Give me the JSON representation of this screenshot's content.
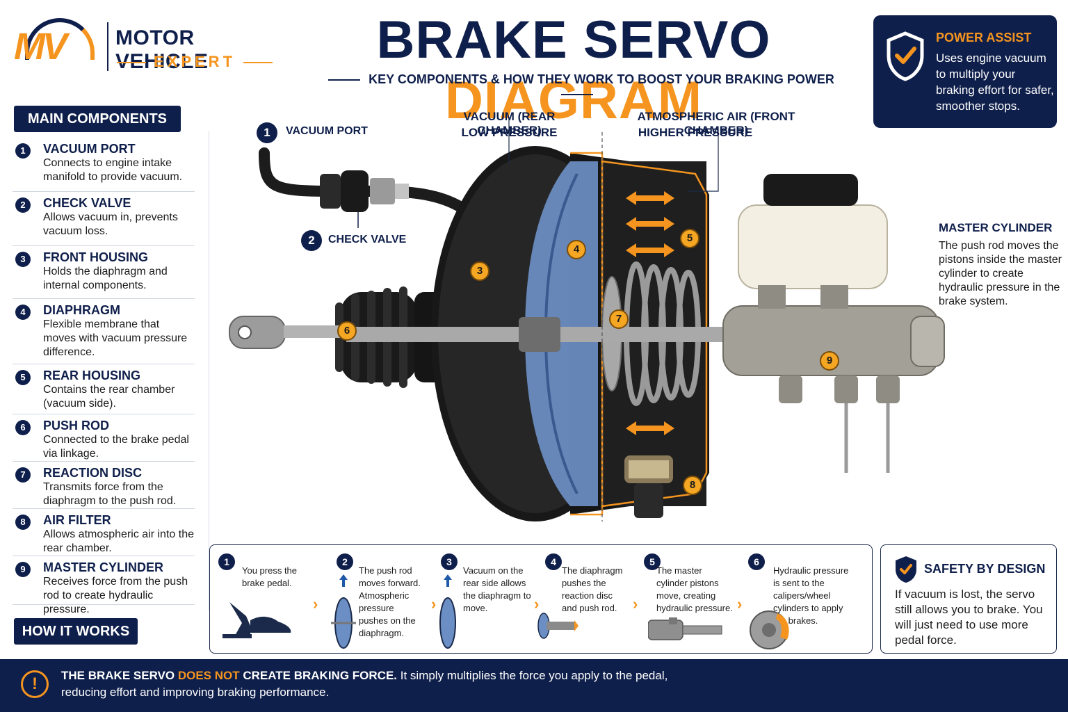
{
  "brand": {
    "logo_mark": "MV",
    "name_line1": "MOTOR VEHICLE",
    "name_line2": "EXPERT"
  },
  "header": {
    "title_part1": "BRAKE SERVO",
    "title_part2": "DIAGRAM",
    "subtitle": "KEY COMPONENTS & HOW THEY WORK TO BOOST YOUR BRAKING POWER"
  },
  "power_assist": {
    "title": "POWER ASSIST",
    "text": "Uses engine vacuum to multiply your braking effort for safer, smoother stops."
  },
  "sidebar": {
    "header": "MAIN COMPONENTS",
    "how_it_works": "HOW IT WORKS",
    "components": [
      {
        "num": "1",
        "name": "VACUUM PORT",
        "desc": "Connects to engine intake manifold to provide vacuum."
      },
      {
        "num": "2",
        "name": "CHECK VALVE",
        "desc": "Allows vacuum in, prevents vacuum loss."
      },
      {
        "num": "3",
        "name": "FRONT HOUSING",
        "desc": "Holds the diaphragm and internal components."
      },
      {
        "num": "4",
        "name": "DIAPHRAGM",
        "desc": "Flexible membrane that moves with vacuum pressure difference."
      },
      {
        "num": "5",
        "name": "REAR HOUSING",
        "desc": "Contains the rear chamber (vacuum side)."
      },
      {
        "num": "6",
        "name": "PUSH ROD",
        "desc": "Connected to the brake pedal via linkage."
      },
      {
        "num": "7",
        "name": "REACTION DISC",
        "desc": "Transmits force from the diaphragm to the push rod."
      },
      {
        "num": "8",
        "name": "AIR FILTER",
        "desc": "Allows atmospheric air into the rear chamber."
      },
      {
        "num": "9",
        "name": "MASTER CYLINDER",
        "desc": "Receives force from the push rod to create hydraulic pressure."
      }
    ]
  },
  "diagram": {
    "vacuum_port_num": "1",
    "vacuum_port_label": "VACUUM PORT",
    "check_valve_num": "2",
    "check_valve_label": "CHECK VALVE",
    "rear_chamber_title": "VACUUM (REAR CHAMBER)",
    "rear_chamber_sub": "LOW PRESSURE",
    "front_chamber_title": "ATMOSPHERIC AIR (FRONT CHAMBER)",
    "front_chamber_sub": "HIGHER PRESSURE",
    "callouts": [
      "3",
      "4",
      "5",
      "6",
      "7",
      "8",
      "9"
    ],
    "master_title": "MASTER CYLINDER",
    "master_text": "The push rod moves the pistons inside the master cylinder to create hydraulic pressure in the brake system."
  },
  "steps": [
    {
      "num": "1",
      "text": "You press the brake pedal."
    },
    {
      "num": "2",
      "text": "The push rod moves forward. Atmospheric pressure pushes on the diaphragm."
    },
    {
      "num": "3",
      "text": "Vacuum on the rear side allows the diaphragm to move."
    },
    {
      "num": "4",
      "text": "The diaphragm pushes the reaction disc and push rod."
    },
    {
      "num": "5",
      "text": "The master cylinder pistons move, creating hydraulic pressure."
    },
    {
      "num": "6",
      "text": "Hydraulic pressure is sent to the calipers/wheel cylinders to apply the brakes."
    }
  ],
  "safety": {
    "title": "SAFETY BY DESIGN",
    "text": "If vacuum is lost, the servo still allows you to brake. You will just need to use more pedal force."
  },
  "footer": {
    "icon": "!",
    "part1": "THE BRAKE SERVO",
    "highlight": "DOES NOT",
    "part2": "CREATE BRAKING FORCE.",
    "part3": "It simply multiplies the force you apply to the pedal,",
    "line2": "reducing effort and improving braking performance."
  },
  "colors": {
    "navy": "#0f1f4b",
    "orange": "#f5951f",
    "diaphragm_blue": "#6b8fc4"
  }
}
